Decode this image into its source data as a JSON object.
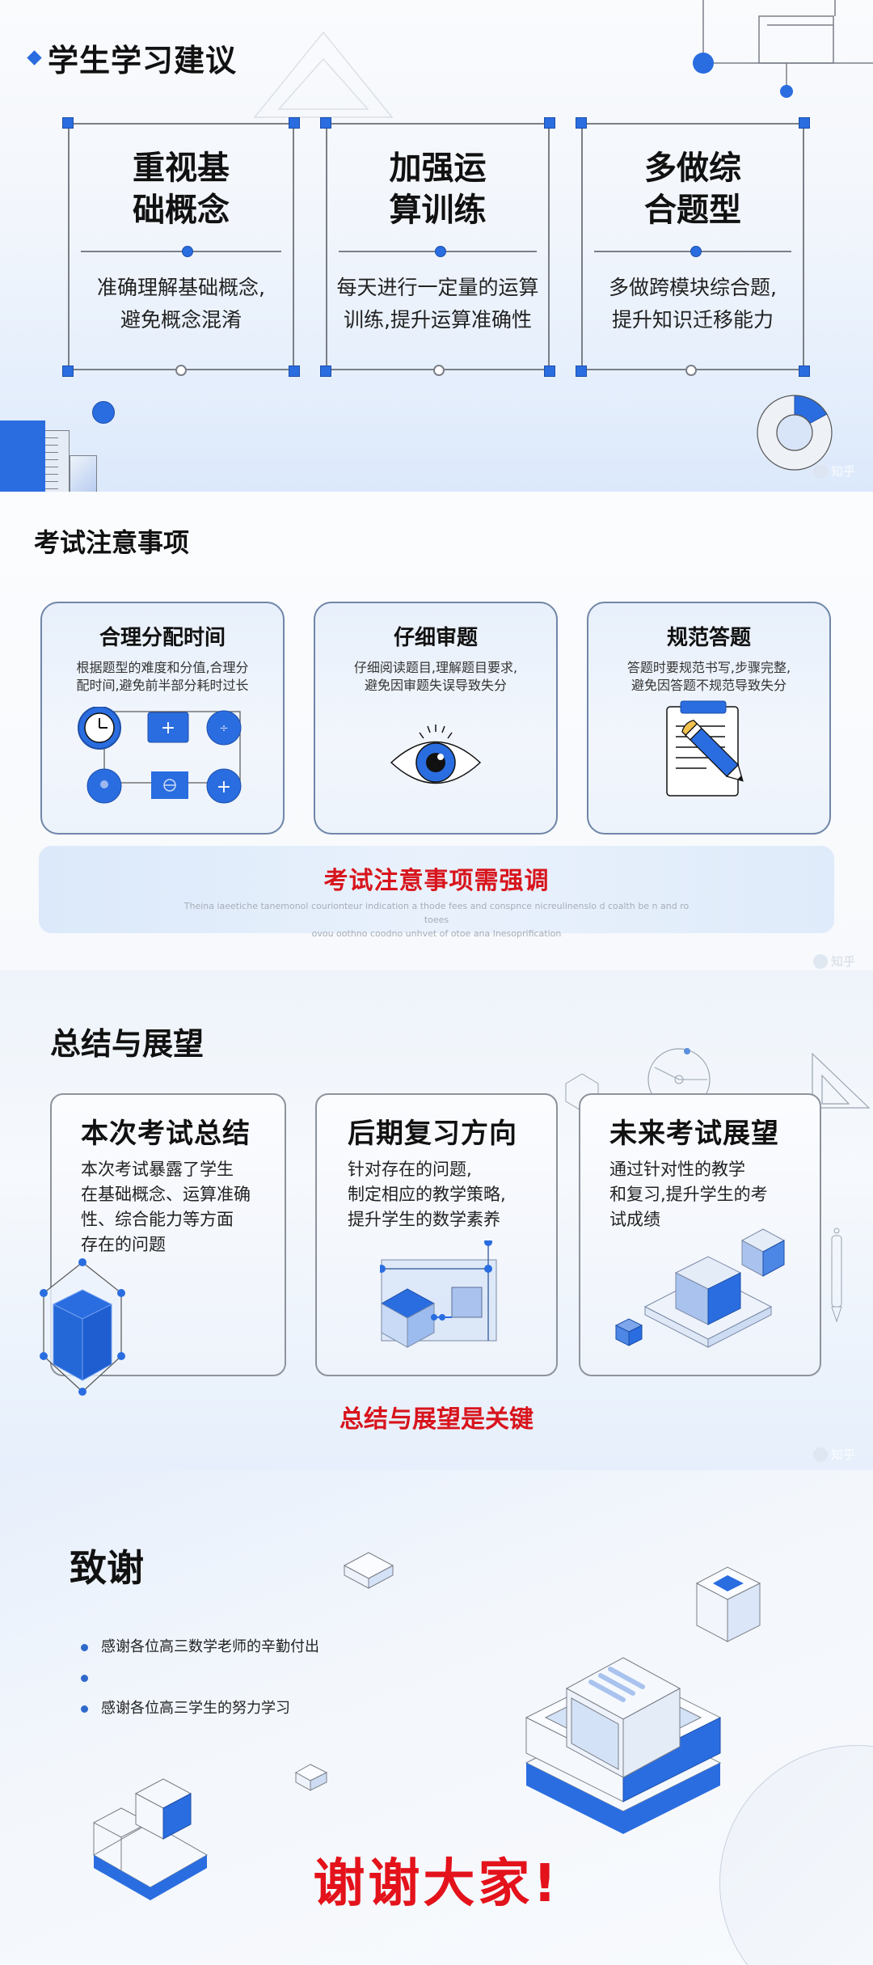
{
  "colors": {
    "accent_blue": "#2a6de0",
    "emphasis_red": "#d8141c",
    "frame_gray": "#7a7f88",
    "text": "#111111"
  },
  "slide1": {
    "title": "学生学习建议",
    "title_marker_icon": "diamond-bullet-icon",
    "cards": [
      {
        "heading_line1": "重视基",
        "heading_line2": "础概念",
        "body_line1": "准确理解基础概念,",
        "body_line2": "避免概念混淆"
      },
      {
        "heading_line1": "加强运",
        "heading_line2": "算训练",
        "body_line1": "每天进行一定量的运算",
        "body_line2": "训练,提升运算准确性"
      },
      {
        "heading_line1": "多做综",
        "heading_line2": "合题型",
        "body_line1": "多做跨模块综合题,",
        "body_line2": "提升知识迁移能力"
      }
    ],
    "decor_icons": [
      "connector-dot-icon",
      "donut-chart-icon",
      "bar-blocks-icon"
    ],
    "watermark": "知乎"
  },
  "slide2": {
    "title": "考试注意事项",
    "cards": [
      {
        "heading": "合理分配时间",
        "body_line1": "根据题型的难度和分值,合理分",
        "body_line2": "配时间,避免前半部分耗时过长",
        "icon": "clock-flow-diagram-icon"
      },
      {
        "heading": "仔细审题",
        "body_line1": "仔细阅读题目,理解题目要求,",
        "body_line2": "避免因审题失误导致失分",
        "icon": "eye-icon"
      },
      {
        "heading": "规范答题",
        "body_line1": "答题时要规范书写,步骤完整,",
        "body_line2": "避免因答题不规范导致失分",
        "icon": "clipboard-pencil-icon"
      }
    ],
    "banner": {
      "headline": "考试注意事项需强调",
      "subtext_line1": "Theina iaeetiche tanemonol courionteur indication a thode fees and conspnce nicreulinenslo d coalth be n and ro toees",
      "subtext_line2": "ovou oothno coodno unhvet of otoe ana lnesoprification"
    },
    "watermark": "知乎"
  },
  "slide3": {
    "title": "总结与展望",
    "cards": [
      {
        "heading": "本次考试总结",
        "body": [
          "本次考试暴露了学生",
          "在基础概念、运算准确",
          "性、综合能力等方面",
          "存在的问题"
        ],
        "icon": "hexagon-cube-icon"
      },
      {
        "heading": "后期复习方向",
        "body": [
          "针对存在的问题,",
          "制定相应的教学策略,",
          "提升学生的数学素养"
        ],
        "icon": "cube-diagram-icon"
      },
      {
        "heading": "未来考试展望",
        "body": [
          "通过针对性的教学",
          "和复习,提升学生的考",
          "试成绩"
        ],
        "icon": "isometric-cubes-icon"
      }
    ],
    "closing": "总结与展望是关键",
    "watermark": "知乎"
  },
  "slide4": {
    "title": "致谢",
    "bullets": [
      "感谢各位高三数学老师的辛勤付出",
      "",
      "感谢各位高三学生的努力学习"
    ],
    "thanks": "谢谢大家!",
    "decor_icons": [
      "isometric-server-icon",
      "isometric-small-cube-icon",
      "isometric-stacked-blocks-icon"
    ]
  }
}
